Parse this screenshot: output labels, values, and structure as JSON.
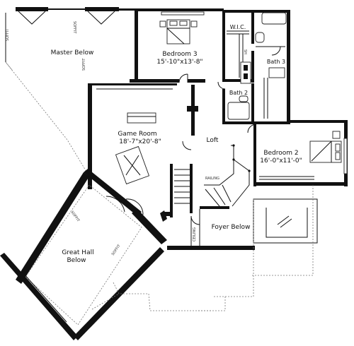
{
  "plan": {
    "rooms": {
      "master_below": {
        "name": "Master Below"
      },
      "bedroom3": {
        "name": "Bedroom 3",
        "dims": "15'-10\"x13'-8\""
      },
      "wic": {
        "name": "W.I.C."
      },
      "bath3": {
        "name": "Bath 3"
      },
      "bath2": {
        "name": "Bath 2"
      },
      "game_room": {
        "name": "Game Room",
        "dims": "18'-7\"x20'-8\""
      },
      "loft": {
        "name": "Loft"
      },
      "bedroom2": {
        "name": "Bedroom 2",
        "dims": "16'-0\"x11'-0\""
      },
      "foyer_below": {
        "name": "Foyer Below"
      },
      "great_hall": {
        "name": "Great Hall",
        "sub": "Below"
      }
    },
    "notes": {
      "soffit": "SOFFIT",
      "railing": "RAILING",
      "ceiling": "CEILING",
      "shelf": "SH"
    }
  }
}
